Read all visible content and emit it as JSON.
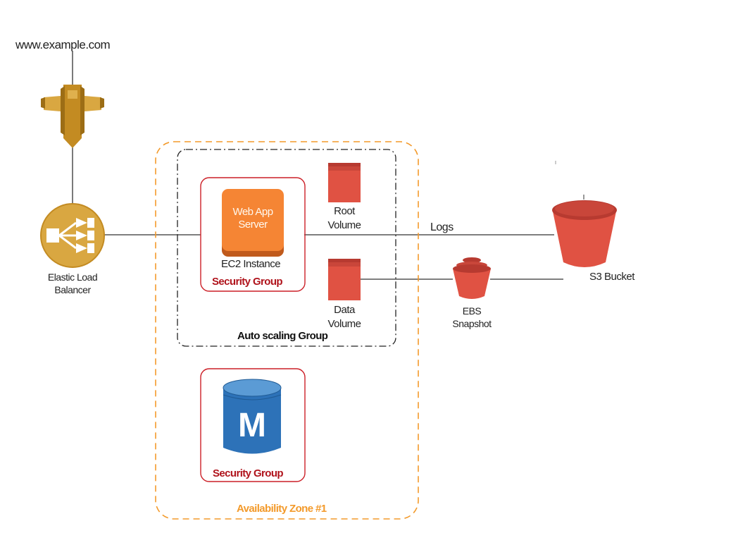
{
  "domain_label": "www.example.com",
  "load_balancer": {
    "label_line1": "Elastic Load",
    "label_line2": "Balancer"
  },
  "ec2": {
    "icon_line1": "Web App",
    "icon_line2": "Server",
    "label": "EC2 Instance"
  },
  "security_group_label": "Security Group",
  "db_security_group_label": "Security Group",
  "root_volume": {
    "line1": "Root",
    "line2": "Volume"
  },
  "data_volume": {
    "line1": "Data",
    "line2": "Volume"
  },
  "auto_scaling_label": "Auto scaling Group",
  "availability_zone_label": "Availability Zone #1",
  "logs_label": "Logs",
  "ebs_snapshot": {
    "line1": "EBS",
    "line2": "Snapshot"
  },
  "s3_bucket_label": "S3 Bucket",
  "rds_icon_letter": "M",
  "colors": {
    "az_border": "#f39a2b",
    "security_group_border": "#cc1f27",
    "storage_red": "#e05243",
    "ec2_orange": "#f58534",
    "elb_gold": "#d9a741",
    "rds_blue": "#2d72b8"
  }
}
